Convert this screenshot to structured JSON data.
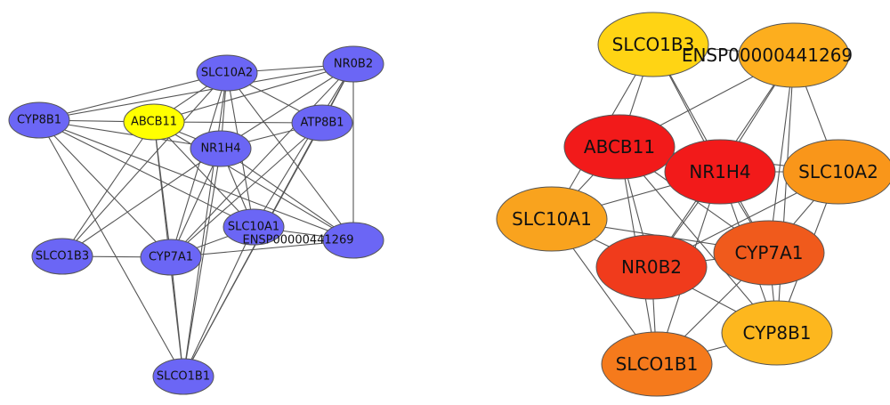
{
  "networks": [
    {
      "id": "left",
      "node_color": "#6b66f5",
      "hub_color": "#ffff00",
      "nodes": [
        {
          "id": "NR0B2",
          "label": "NR0B2"
        },
        {
          "id": "SLC10A2",
          "label": "SLC10A2"
        },
        {
          "id": "CYP8B1",
          "label": "CYP8B1"
        },
        {
          "id": "ABCB11",
          "label": "ABCB11",
          "hub": true
        },
        {
          "id": "ATP8B1",
          "label": "ATP8B1"
        },
        {
          "id": "NR1H4",
          "label": "NR1H4"
        },
        {
          "id": "SLC10A1",
          "label": "SLC10A1"
        },
        {
          "id": "ENSP",
          "label": "ENSP00000441269"
        },
        {
          "id": "SLCO1B3",
          "label": "SLCO1B3"
        },
        {
          "id": "CYP7A1",
          "label": "CYP7A1"
        },
        {
          "id": "SLCO1B1",
          "label": "SLCO1B1"
        }
      ],
      "edges": [
        [
          "NR0B2",
          "SLC10A2"
        ],
        [
          "NR0B2",
          "ABCB11"
        ],
        [
          "NR0B2",
          "ATP8B1"
        ],
        [
          "NR0B2",
          "NR1H4"
        ],
        [
          "NR0B2",
          "SLC10A1"
        ],
        [
          "NR0B2",
          "ENSP"
        ],
        [
          "NR0B2",
          "CYP7A1"
        ],
        [
          "NR0B2",
          "SLCO1B1"
        ],
        [
          "NR0B2",
          "CYP8B1"
        ],
        [
          "SLC10A2",
          "CYP8B1"
        ],
        [
          "SLC10A2",
          "ABCB11"
        ],
        [
          "SLC10A2",
          "ATP8B1"
        ],
        [
          "SLC10A2",
          "NR1H4"
        ],
        [
          "SLC10A2",
          "SLC10A1"
        ],
        [
          "SLC10A2",
          "ENSP"
        ],
        [
          "SLC10A2",
          "CYP7A1"
        ],
        [
          "SLC10A2",
          "SLCO1B3"
        ],
        [
          "SLC10A2",
          "SLCO1B1"
        ],
        [
          "CYP8B1",
          "ABCB11"
        ],
        [
          "CYP8B1",
          "NR1H4"
        ],
        [
          "CYP8B1",
          "SLC10A1"
        ],
        [
          "CYP8B1",
          "ENSP"
        ],
        [
          "CYP8B1",
          "CYP7A1"
        ],
        [
          "CYP8B1",
          "SLCO1B1"
        ],
        [
          "ABCB11",
          "ATP8B1"
        ],
        [
          "ABCB11",
          "NR1H4"
        ],
        [
          "ABCB11",
          "SLC10A1"
        ],
        [
          "ABCB11",
          "ENSP"
        ],
        [
          "ABCB11",
          "CYP7A1"
        ],
        [
          "ABCB11",
          "SLCO1B3"
        ],
        [
          "ABCB11",
          "SLCO1B1"
        ],
        [
          "ATP8B1",
          "NR1H4"
        ],
        [
          "ATP8B1",
          "CYP7A1"
        ],
        [
          "ATP8B1",
          "SLCO1B1"
        ],
        [
          "NR1H4",
          "SLC10A1"
        ],
        [
          "NR1H4",
          "ENSP"
        ],
        [
          "NR1H4",
          "CYP7A1"
        ],
        [
          "NR1H4",
          "SLCO1B3"
        ],
        [
          "NR1H4",
          "SLCO1B1"
        ],
        [
          "SLC10A1",
          "CYP7A1"
        ],
        [
          "SLC10A1",
          "SLCO1B1"
        ],
        [
          "SLC10A1",
          "ENSP"
        ],
        [
          "CYP7A1",
          "SLCO1B3"
        ],
        [
          "CYP7A1",
          "ENSP"
        ],
        [
          "CYP7A1",
          "SLCO1B1"
        ]
      ]
    },
    {
      "id": "right",
      "nodes": [
        {
          "id": "SLCO1B3",
          "label": "SLCO1B3",
          "color": "#ffd414"
        },
        {
          "id": "ENSP",
          "label": "ENSP00000441269",
          "color": "#fdae1e"
        },
        {
          "id": "ABCB11",
          "label": "ABCB11",
          "color": "#f21a1a"
        },
        {
          "id": "NR1H4",
          "label": "NR1H4",
          "color": "#f21a1a"
        },
        {
          "id": "SLC10A2",
          "label": "SLC10A2",
          "color": "#f9961a"
        },
        {
          "id": "SLC10A1",
          "label": "SLC10A1",
          "color": "#f9a31e"
        },
        {
          "id": "NR0B2",
          "label": "NR0B2",
          "color": "#f03b1c"
        },
        {
          "id": "CYP7A1",
          "label": "CYP7A1",
          "color": "#f05a1c"
        },
        {
          "id": "CYP8B1",
          "label": "CYP8B1",
          "color": "#fdb71e"
        },
        {
          "id": "SLCO1B1",
          "label": "SLCO1B1",
          "color": "#f57a1c"
        }
      ],
      "edges": [
        [
          "SLCO1B3",
          "ENSP"
        ],
        [
          "SLCO1B3",
          "ABCB11"
        ],
        [
          "SLCO1B3",
          "NR1H4"
        ],
        [
          "SLCO1B3",
          "SLC10A1"
        ],
        [
          "SLCO1B3",
          "CYP7A1"
        ],
        [
          "ENSP",
          "ABCB11"
        ],
        [
          "ENSP",
          "NR1H4"
        ],
        [
          "ENSP",
          "SLC10A2"
        ],
        [
          "ENSP",
          "NR0B2"
        ],
        [
          "ENSP",
          "CYP7A1"
        ],
        [
          "ENSP",
          "CYP8B1"
        ],
        [
          "ABCB11",
          "NR1H4"
        ],
        [
          "ABCB11",
          "SLC10A1"
        ],
        [
          "ABCB11",
          "NR0B2"
        ],
        [
          "ABCB11",
          "CYP7A1"
        ],
        [
          "ABCB11",
          "SLCO1B1"
        ],
        [
          "ABCB11",
          "SLC10A2"
        ],
        [
          "ABCB11",
          "CYP8B1"
        ],
        [
          "NR1H4",
          "SLC10A2"
        ],
        [
          "NR1H4",
          "SLC10A1"
        ],
        [
          "NR1H4",
          "NR0B2"
        ],
        [
          "NR1H4",
          "CYP7A1"
        ],
        [
          "NR1H4",
          "CYP8B1"
        ],
        [
          "NR1H4",
          "SLCO1B1"
        ],
        [
          "SLC10A2",
          "NR0B2"
        ],
        [
          "SLC10A2",
          "CYP7A1"
        ],
        [
          "SLC10A2",
          "CYP8B1"
        ],
        [
          "SLC10A1",
          "NR0B2"
        ],
        [
          "SLC10A1",
          "SLCO1B1"
        ],
        [
          "SLC10A1",
          "CYP7A1"
        ],
        [
          "NR0B2",
          "CYP7A1"
        ],
        [
          "NR0B2",
          "SLCO1B1"
        ],
        [
          "NR0B2",
          "CYP8B1"
        ],
        [
          "CYP7A1",
          "CYP8B1"
        ],
        [
          "CYP7A1",
          "SLCO1B1"
        ],
        [
          "CYP8B1",
          "SLCO1B1"
        ]
      ]
    }
  ]
}
